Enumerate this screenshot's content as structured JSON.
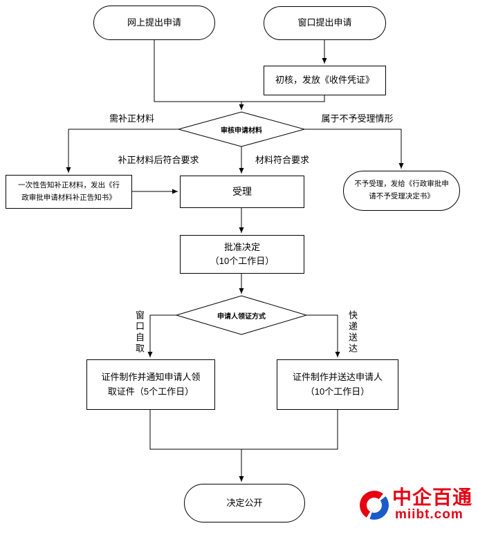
{
  "diagram": {
    "nodes": {
      "start_online": {
        "label": "网上提出申请"
      },
      "start_window": {
        "label": "窗口提出申请"
      },
      "initial_review": {
        "label": "初核，发放《收件凭证》"
      },
      "review_materials": {
        "label": "审核申请材料"
      },
      "notify_correction": {
        "lines": [
          "一次性告知补正材料，发出《行",
          "政审批申请材料补正告知书》"
        ]
      },
      "accept": {
        "label": "受理"
      },
      "reject": {
        "lines": [
          "不予受理，发给《行政审批申",
          "请不予受理决定书》"
        ]
      },
      "approval": {
        "lines": [
          "批准决定",
          "（10个工作日）"
        ]
      },
      "pickup_method": {
        "label": "申请人领证方式"
      },
      "make_and_notify": {
        "lines": [
          "证件制作并通知申请人领",
          "取证件（5个工作日）"
        ]
      },
      "make_and_deliver": {
        "lines": [
          "证件制作并送达申请人",
          "（10个工作日）"
        ]
      },
      "publish": {
        "label": "决定公开"
      }
    },
    "edge_labels": {
      "need_correction": "需补正材料",
      "not_acceptable": "属于不予受理情形",
      "corrected_ok": "补正材料后符合要求",
      "materials_ok": "材料符合要求",
      "window_pickup": "窗口自取",
      "express_delivery": "快递送达"
    }
  },
  "watermark": {
    "brand": "中企百通",
    "domain": "miibt.com",
    "brand_color": "#e60012",
    "accent_blue": "#1b5cc8"
  }
}
